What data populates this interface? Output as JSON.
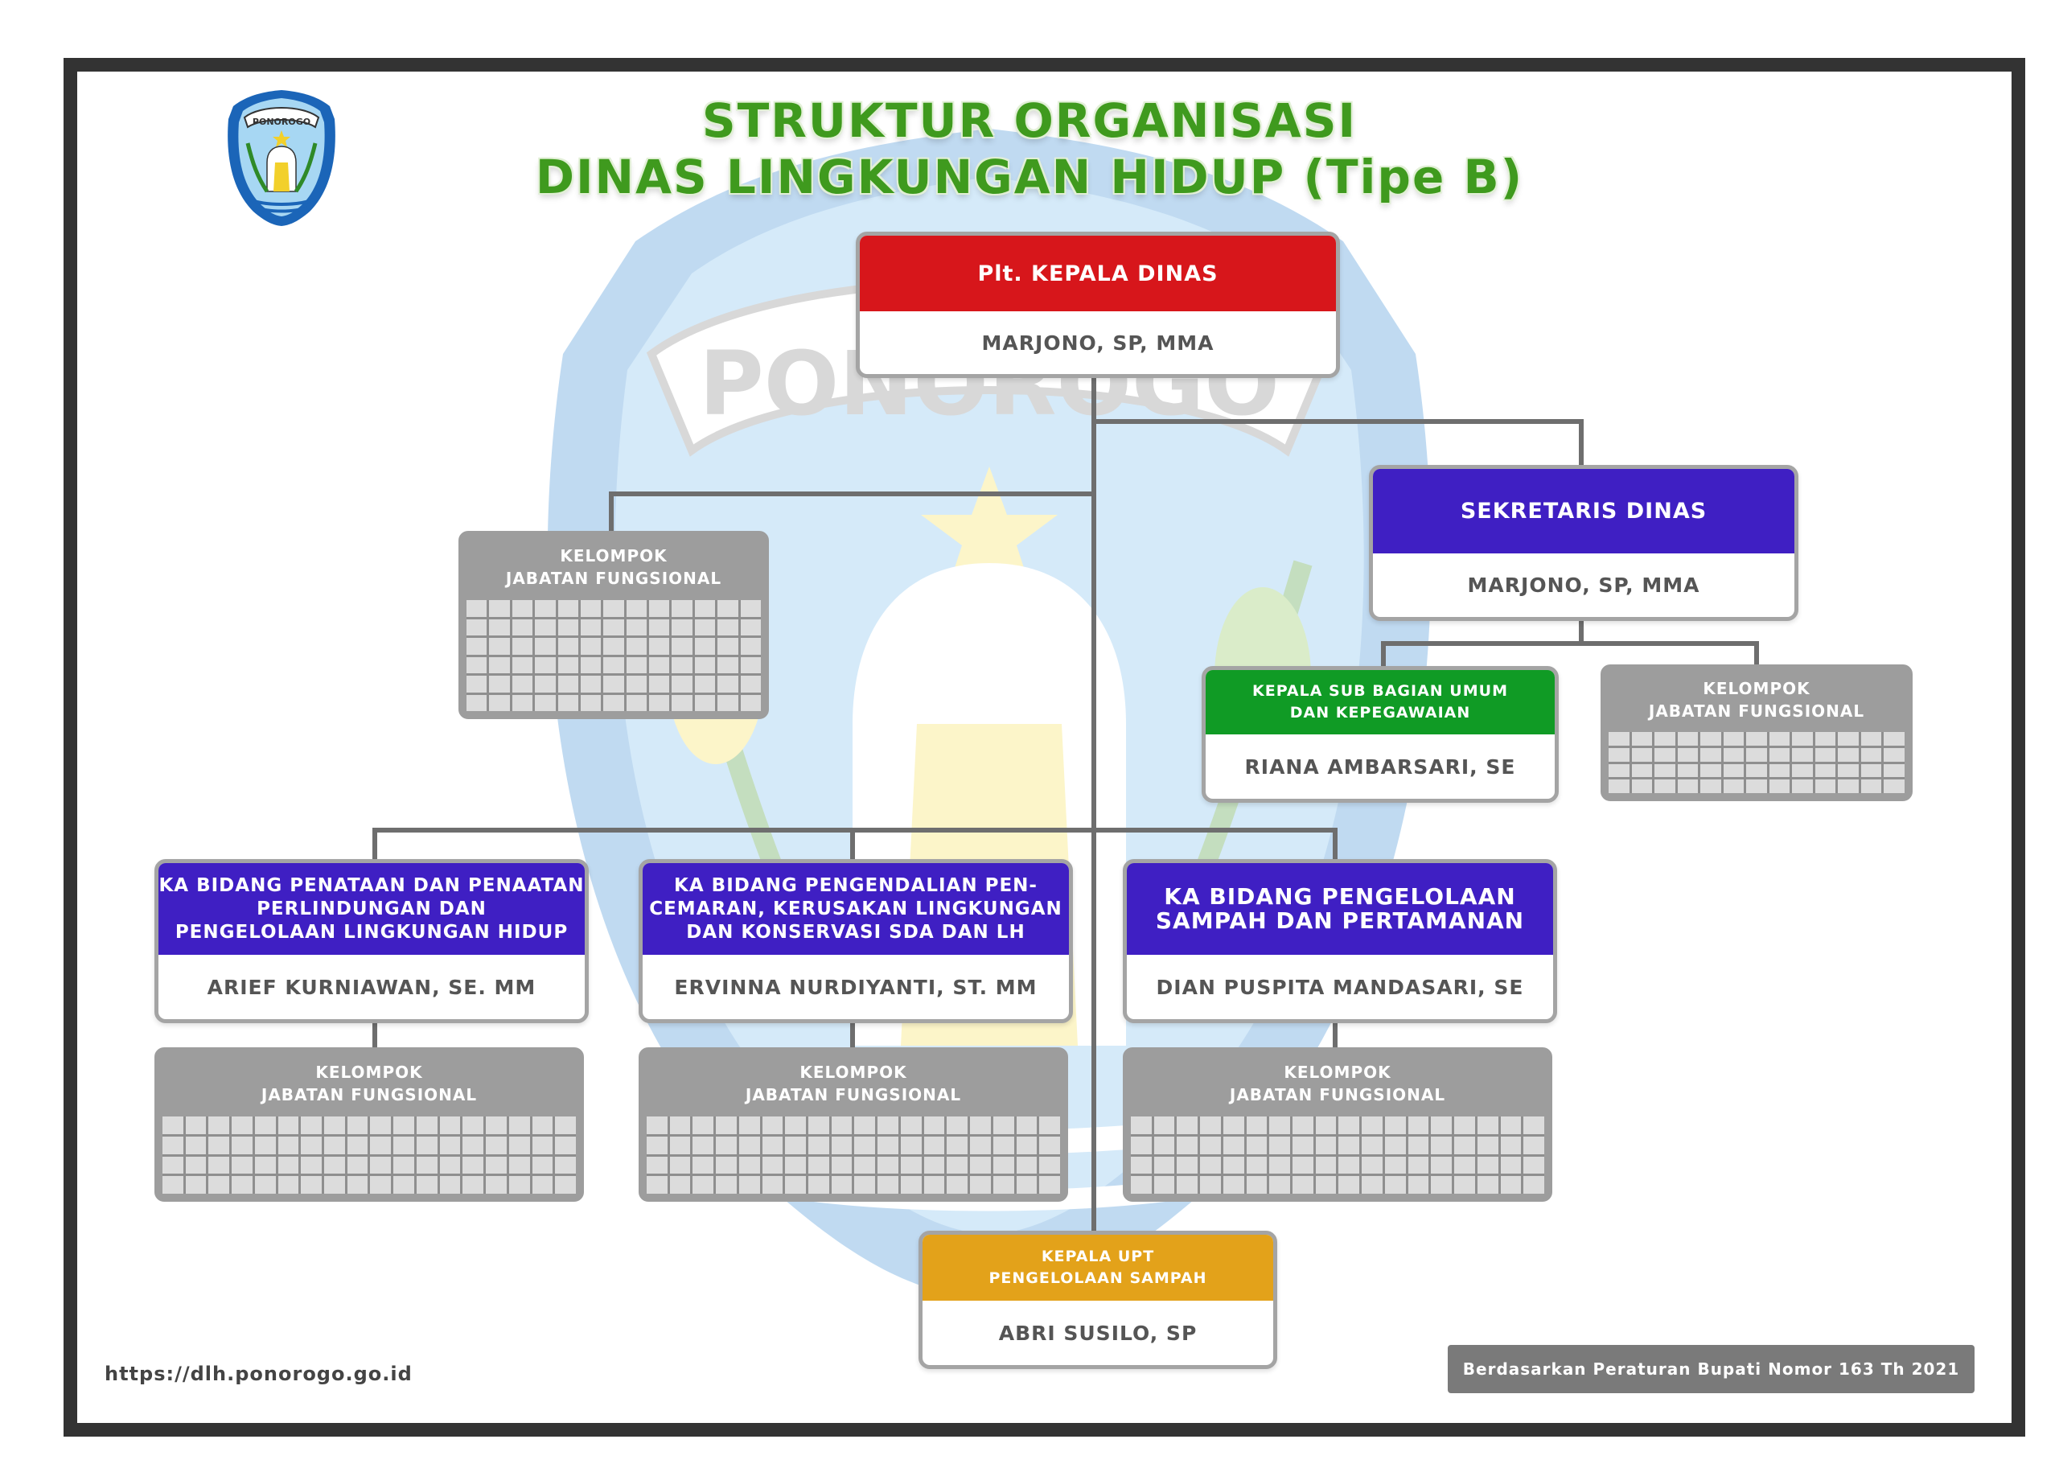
{
  "title": {
    "line1": "STRUKTUR ORGANISASI",
    "line2": "DINAS LINGKUNGAN HIDUP (Tipe B)"
  },
  "logo": {
    "text": "PONOROGO",
    "icon": "ponorogo-crest-icon"
  },
  "watermark": {
    "text": "PONOROGO",
    "icon": "ponorogo-crest-watermark"
  },
  "kepala": {
    "title": "Plt. KEPALA DINAS",
    "name": "MARJONO, SP, MMA"
  },
  "sekretaris": {
    "title": "SEKRETARIS DINAS",
    "name": "MARJONO, SP, MMA"
  },
  "subbag": {
    "title_line1": "KEPALA SUB BAGIAN UMUM",
    "title_line2": "DAN KEPEGAWAIAN",
    "name": "RIANA AMBARSARI, SE"
  },
  "bidang": [
    {
      "title_line1": "KA BIDANG PENATAAN DAN PENAATAN",
      "title_line2": "PERLINDUNGAN DAN",
      "title_line3": "PENGELOLAAN LINGKUNGAN HIDUP",
      "name": "ARIEF KURNIAWAN, SE. MM"
    },
    {
      "title_line1": "KA BIDANG PENGENDALIAN PEN-",
      "title_line2": "CEMARAN, KERUSAKAN LINGKUNGAN",
      "title_line3": "DAN KONSERVASI SDA DAN LH",
      "name": "ERVINNA NURDIYANTI, ST. MM"
    },
    {
      "title_line1": "KA BIDANG PENGELOLAAN",
      "title_line2": "SAMPAH DAN PERTAMANAN",
      "name": "DIAN PUSPITA MANDASARI, SE"
    }
  ],
  "upt": {
    "title_line1": "KEPALA UPT",
    "title_line2": "PENGELOLAAN SAMPAH",
    "name": "ABRI SUSILO, SP"
  },
  "fungsional": {
    "line1": "KELOMPOK",
    "line2": "JABATAN FUNGSIONAL"
  },
  "footer": {
    "url": "https://dlh.ponorogo.go.id",
    "regulation": "Berdasarkan Peraturan Bupati Nomor 163 Th 2021"
  },
  "colors": {
    "title": "#3f9a1e",
    "kepala": "#d7161b",
    "bidang": "#3f1fc3",
    "subbag": "#109b25",
    "upt": "#e3a21a",
    "fungsional": "#9d9d9d",
    "frame": "#333333"
  }
}
